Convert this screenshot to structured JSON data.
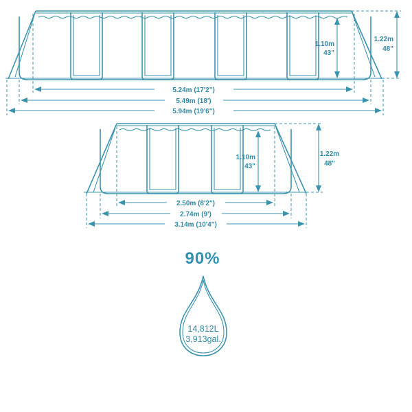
{
  "large_pool": {
    "inner_length": "5.24m  (17'2\")",
    "frame_length": "5.49m  (18')",
    "overall_length": "5.94m  (19'6\")",
    "water_height_metric": "1.10m",
    "water_height_imperial": "43\"",
    "wall_height_metric": "1.22m",
    "wall_height_imperial": "48\""
  },
  "small_pool": {
    "inner_length": "2.50m (8'2\")",
    "frame_length": "2.74m (9')",
    "overall_length": "3.14m (10'4\")",
    "water_height_metric": "1.10m",
    "water_height_imperial": "43\"",
    "wall_height_metric": "1.22m",
    "wall_height_imperial": "48\""
  },
  "fill_level": "90%",
  "capacity": {
    "liters": "14,812L",
    "gallons": "3,913gal."
  },
  "colors": {
    "line": "#3c93ad",
    "text": "#2f88a3"
  }
}
